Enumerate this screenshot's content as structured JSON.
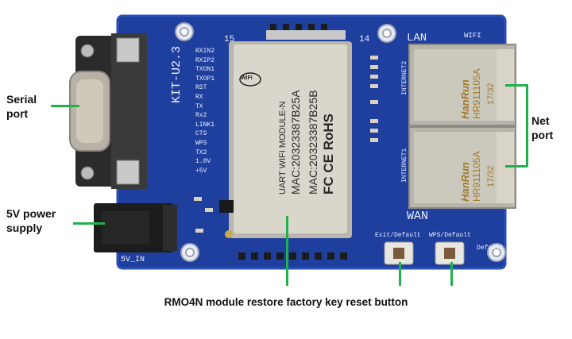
{
  "labels": {
    "serial": [
      "Serial",
      "port"
    ],
    "power": [
      "5V power",
      "supply"
    ],
    "net": [
      "Net",
      "port"
    ],
    "bottom": "RMO4N module restore factory key reset button"
  },
  "board": {
    "model": "KIT-U2.3",
    "pin15": "15",
    "pin14": "14",
    "lan": "LAN",
    "wan": "WAN",
    "wifi": "WIFI",
    "power_in": "5V_IN",
    "internet1": "INTERNET1",
    "internet2": "INTERNET2",
    "exit_default": "Exit/Default",
    "wps_default": "WPS/Default",
    "default": "Default",
    "pins": [
      "RXIN2",
      "RXIP2",
      "TXON1",
      "TXOP1",
      "RST",
      "RX",
      "TX",
      "Rx2",
      "LINK1",
      "CTS",
      "WPS",
      "TX2",
      "1.8V",
      "+5V"
    ]
  },
  "module": {
    "wifi_badge": "WiFi",
    "line1": "UART WIFI MODULE-N",
    "line2": "MAC:20323387B25A",
    "line3": "MAC:20323387B25B",
    "certs": "FC CE RoHS"
  },
  "jacks": [
    {
      "brand": "HanRun",
      "part": "HR911105A",
      "code": "17/32"
    },
    {
      "brand": "HanRun",
      "part": "HR911105A",
      "code": "17/32"
    }
  ],
  "colors": {
    "pcb": "#1f3f9e",
    "leader": "#1fb24a",
    "module": "#d9d6cc"
  }
}
